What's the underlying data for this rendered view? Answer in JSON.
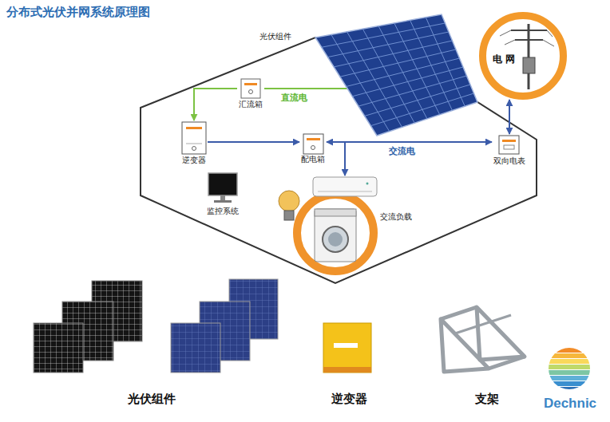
{
  "diagram": {
    "title": "分布式光伏并网系统原理图",
    "nodes": [
      {
        "text": [
          "光伏组件"
        ]
      },
      {
        "text": [
          "电网"
        ]
      },
      {
        "text": [
          "汇流箱"
        ]
      },
      {
        "text": [
          "逆变器"
        ]
      },
      {
        "text": [
          "配电箱"
        ]
      },
      {
        "text": [
          "双向电表"
        ]
      },
      {
        "text": [
          "监控系统"
        ]
      },
      {
        "text": [
          "交流负载"
        ]
      }
    ],
    "edges": [
      {
        "from": 0,
        "to": 2,
        "label": "直流电",
        "arrow": "none"
      },
      {
        "from": 2,
        "to": 3,
        "arrow": "to"
      },
      {
        "from": 3,
        "to": 4,
        "arrow": "to"
      },
      {
        "from": 4,
        "to": 5,
        "label": "交流电",
        "arrow": "both"
      },
      {
        "from": 4,
        "to": 7,
        "arrow": "to"
      },
      {
        "from": 5,
        "to": 1,
        "arrow": "both"
      }
    ],
    "labels": [
      "光伏组件",
      "逆变器",
      "支架",
      "Dechnic"
    ]
  }
}
